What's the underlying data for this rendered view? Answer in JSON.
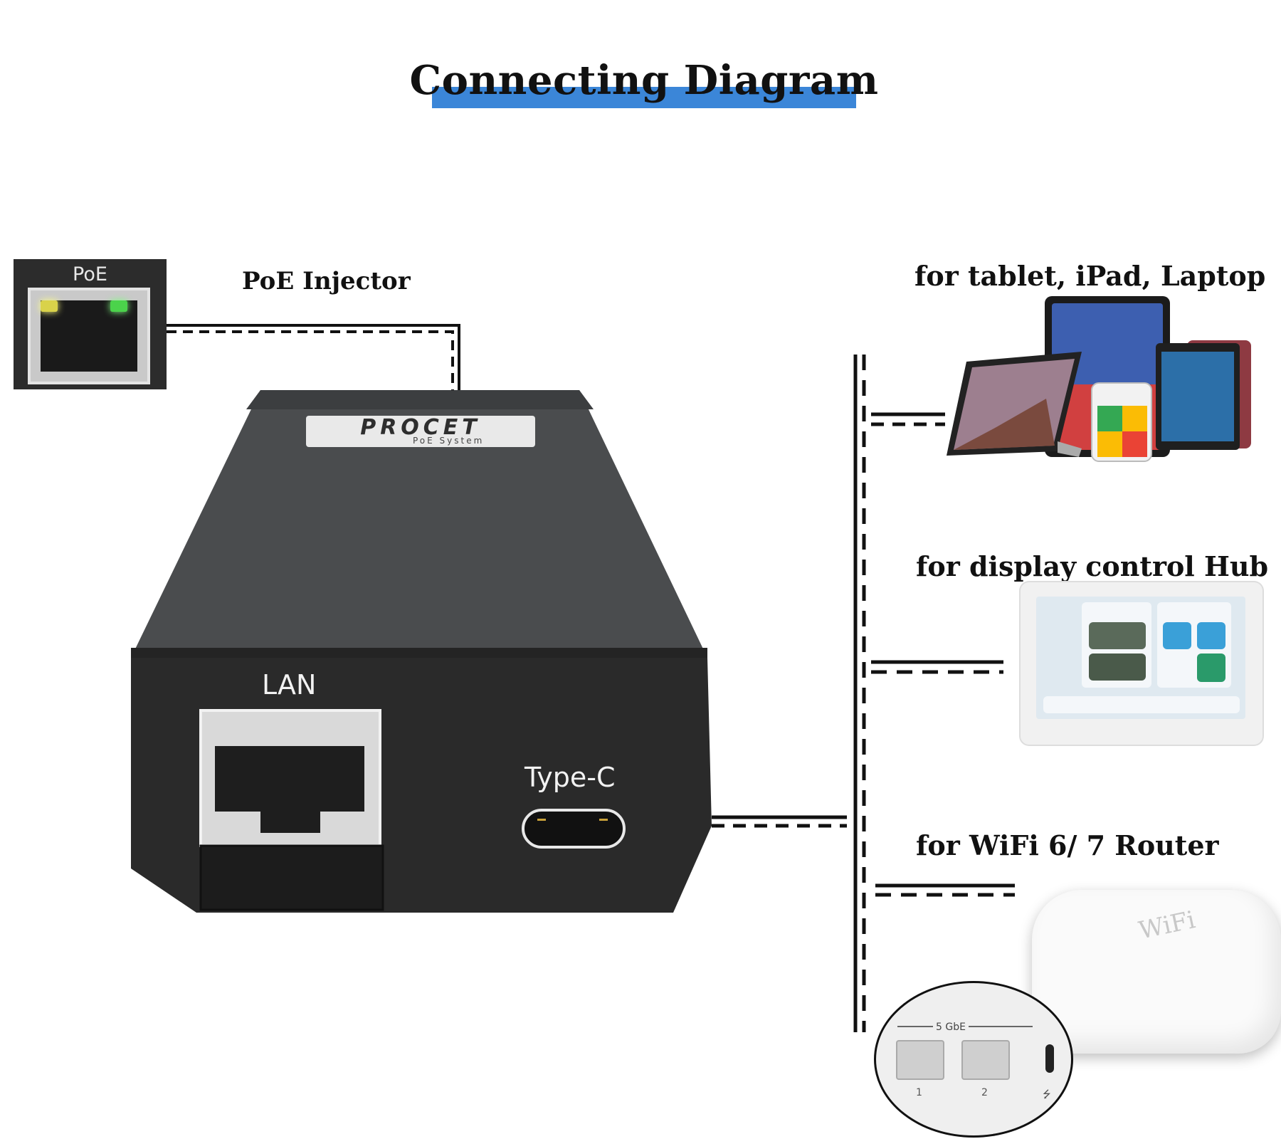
{
  "title": "Connecting Diagram",
  "labels": {
    "poe_injector": "PoE Injector",
    "tablet": "for tablet, iPad, Laptop",
    "hub": "for display control Hub",
    "router": "for WiFi 6/ 7 Router"
  },
  "poe_port": {
    "label": "PoE"
  },
  "device": {
    "brand": "PROCET",
    "brand_sub": "PoE System",
    "lan_label": "LAN",
    "typec_label": "Type-C"
  },
  "router_ports": {
    "group_label": "5 GbE",
    "port1": "1",
    "port2": "2",
    "device_text": "WiFi"
  },
  "colors": {
    "title_bar": "#3b86d8",
    "device_body": "#3a3a3a",
    "device_face": "#2b2b2b"
  }
}
